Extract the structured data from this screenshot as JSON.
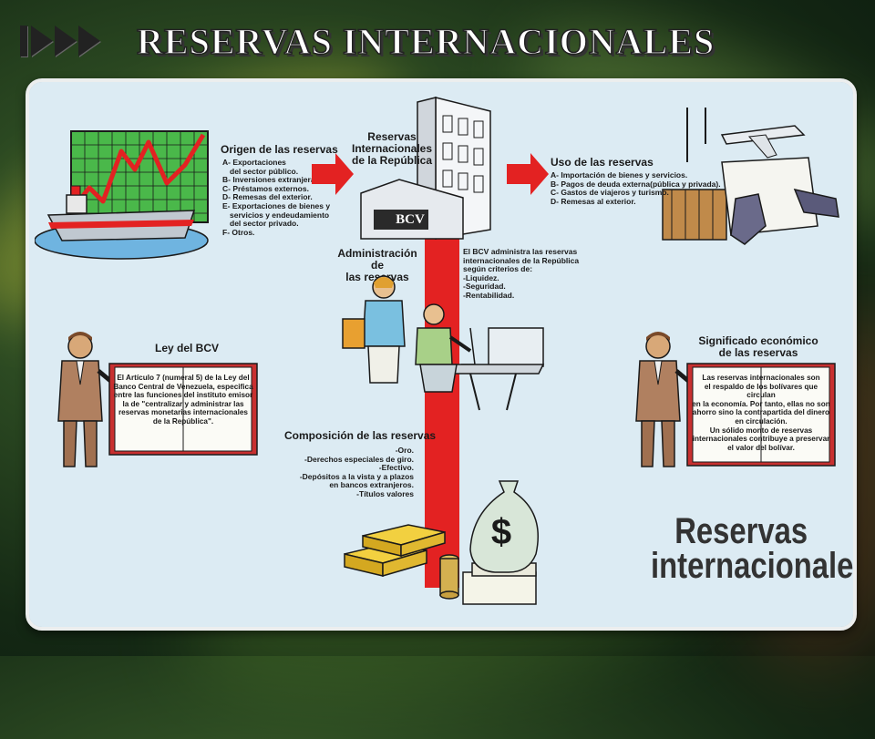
{
  "slide_title": "RESERVAS INTERNACIONALES",
  "origen": {
    "heading": "Origen de las reservas",
    "items": [
      "A- Exportaciones",
      "   del sector público.",
      "B- Inversiones extranjeras.",
      "C- Préstamos externos.",
      "D- Remesas del exterior.",
      "E- Exportaciones de bienes y",
      "   servicios y endeudamiento",
      "   del sector privado.",
      "F- Otros."
    ]
  },
  "center": {
    "heading_lines": [
      "Reservas",
      "Internacionales",
      "de la República"
    ],
    "building_sign": "BCV"
  },
  "uso": {
    "heading": "Uso de las reservas",
    "items": [
      "A- Importación de bienes y servicios.",
      "B- Pagos de deuda externa(pública y privada).",
      "C- Gastos de viajeros y turismo.",
      "D- Remesas al exterior."
    ]
  },
  "administracion": {
    "heading_lines": [
      "Administración de",
      "las reservas"
    ],
    "body": [
      "El BCV administra las reservas",
      "internacionales de la República",
      "según criterios de:",
      "-Liquidez.",
      "-Seguridad.",
      "-Rentabilidad."
    ]
  },
  "ley": {
    "heading": "Ley del BCV",
    "body": [
      "El Artículo 7 (numeral 5) de la Ley del",
      "Banco Central de Venezuela, especifica",
      "entre las funciones del instituto emisor",
      "la de \"centralizar y administrar las",
      "reservas monetarias internacionales",
      "de la República\"."
    ]
  },
  "significado": {
    "heading_lines": [
      "Significado económico",
      "de las reservas"
    ],
    "body": [
      "Las reservas internacionales son",
      "el respaldo de los bolívares que circulan",
      "en la economía. Por tanto, ellas no son",
      "ahorro sino la contrapartida del dinero",
      "en circulación.",
      "Un sólido monto de reservas",
      "internacionales contribuye a preservar",
      "el valor del bolívar."
    ]
  },
  "composicion": {
    "heading": "Composición de las reservas",
    "items": [
      "-Oro.",
      "-Derechos especiales de giro.",
      "-Efectivo.",
      "-Depósitos a la vista y a plazos",
      "en bancos extranjeros.",
      "-Títulos valores"
    ]
  },
  "bag_symbol": "$",
  "footer_title": [
    "Reservas",
    "internacionales"
  ],
  "colors": {
    "red": "#e32222",
    "panel": "#dcebf3",
    "chart_green": "#4ab84a"
  }
}
